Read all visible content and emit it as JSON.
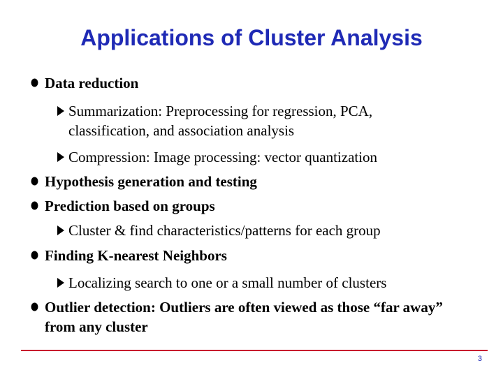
{
  "slide": {
    "title": "Applications of Cluster Analysis",
    "page_number": "3",
    "colors": {
      "title": "#1f2ab5",
      "rule": "#c8102e",
      "text": "#000000"
    }
  },
  "bullets": [
    {
      "text": "Data reduction"
    },
    {
      "text": "Summarization: Preprocessing for regression, PCA, classification, and association analysis"
    },
    {
      "text": "Compression: Image processing: vector quantization"
    },
    {
      "text": "Hypothesis generation and testing"
    },
    {
      "text": "Prediction based on groups"
    },
    {
      "text": "Cluster & find characteristics/patterns for each group"
    },
    {
      "text": "Finding K-nearest Neighbors"
    },
    {
      "text": "Localizing search to one or a small number of clusters"
    },
    {
      "text": "Outlier detection: Outliers are often viewed as those “far away” from any cluster"
    }
  ]
}
